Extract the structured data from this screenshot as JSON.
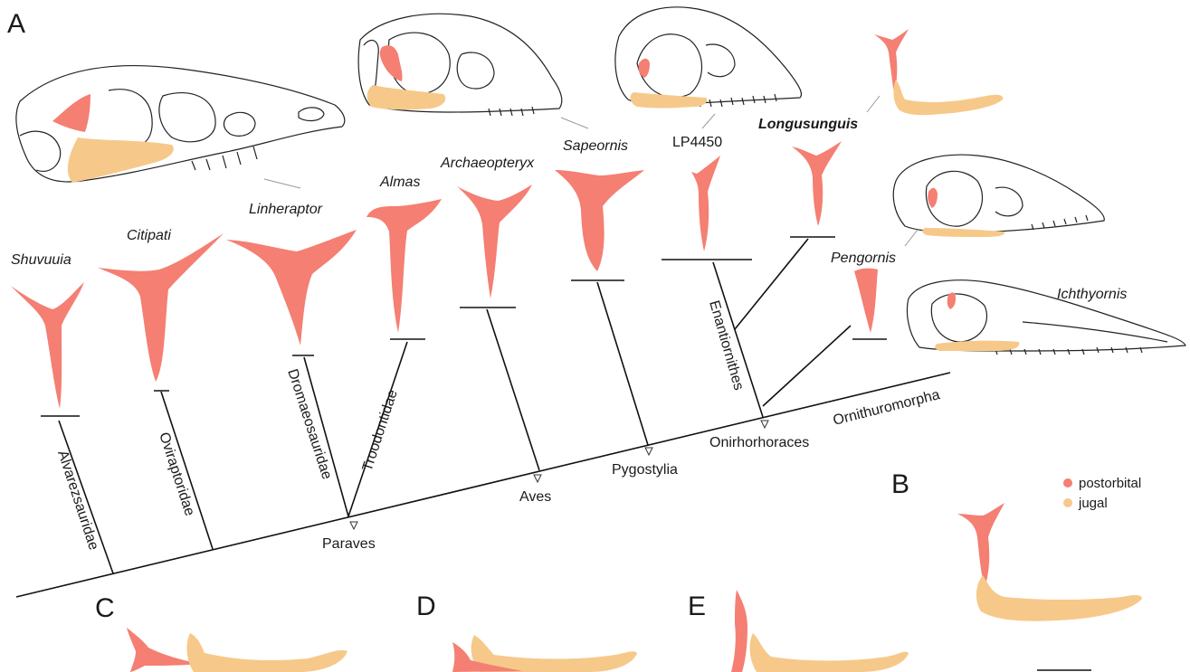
{
  "panels": {
    "a": "A",
    "b": "B",
    "c": "C",
    "d": "D",
    "e": "E"
  },
  "taxa": {
    "shuvuuia": "Shuvuuia",
    "citipati": "Citipati",
    "linheraptor": "Linheraptor",
    "almas": "Almas",
    "archaeopteryx": "Archaeopteryx",
    "sapeornis": "Sapeornis",
    "lp4450": "LP4450",
    "longusunguis": "Longusunguis",
    "pengornis": "Pengornis",
    "ichthyornis": "Ichthyornis"
  },
  "clades": {
    "alvarezsauridae": "Alvarezsauridae",
    "oviraptoridae": "Oviraptoridae",
    "dromaeosauridae": "Dromaeosauridae",
    "troodontidae": "Troodontidae",
    "enantiornithes": "Enantiornithes",
    "ornithuromorpha": "Ornithuromorpha",
    "paraves": "Paraves",
    "aves": "Aves",
    "pygostylia": "Pygostylia",
    "onirhorhoraces": "Onirhorhoraces"
  },
  "legend": {
    "items": [
      {
        "label": "postorbital",
        "color": "#f47f72"
      },
      {
        "label": "jugal",
        "color": "#f6c98a"
      }
    ]
  },
  "colors": {
    "postorbital": "#f47f72",
    "jugal": "#f6c98a",
    "outline": "#222222"
  }
}
